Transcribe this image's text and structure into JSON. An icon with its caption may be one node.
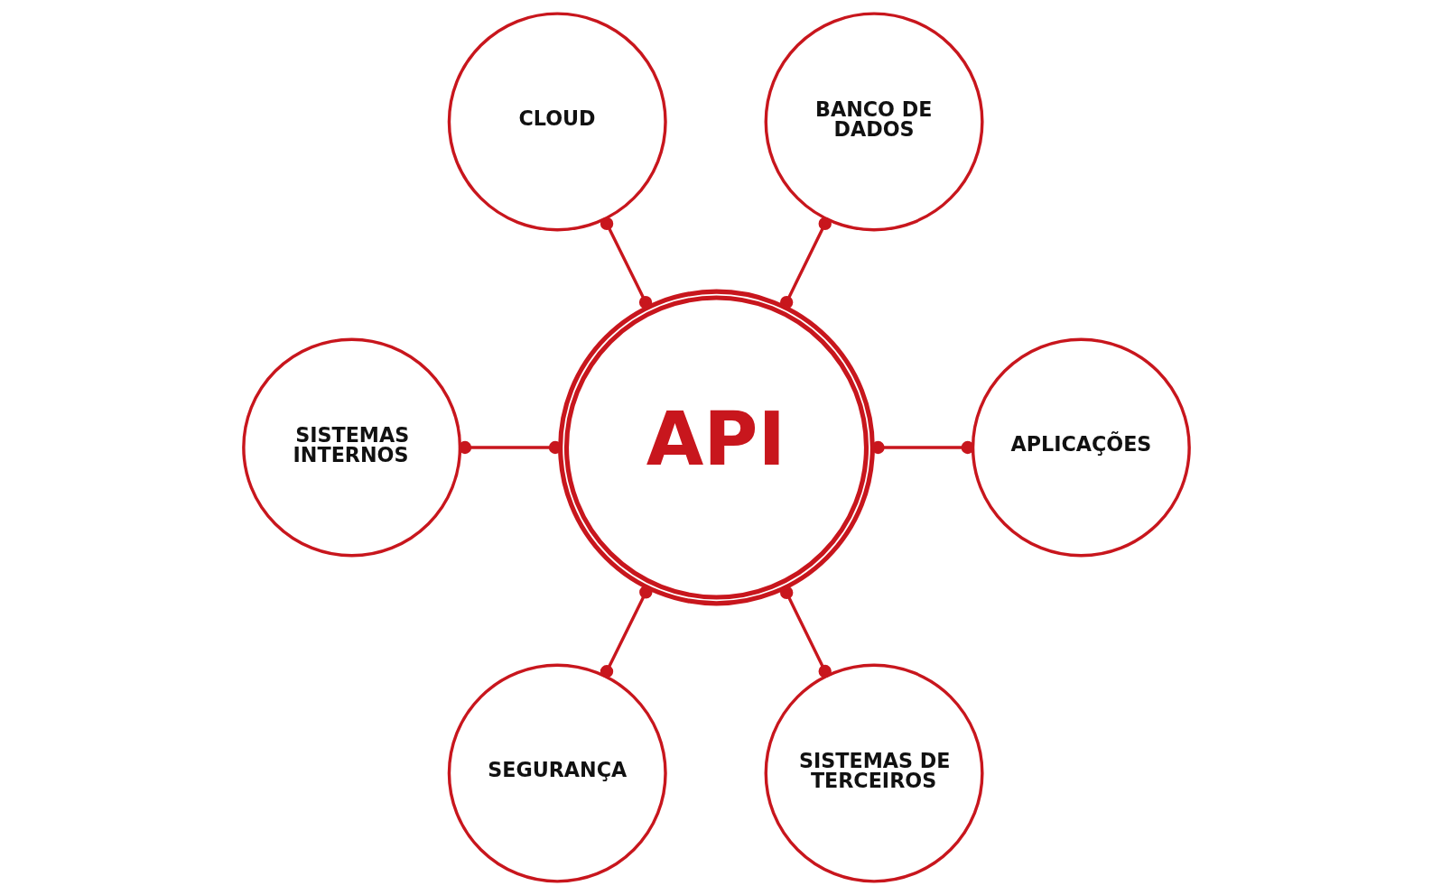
{
  "diagram": {
    "nodes": [
      {
        "text": [
          "CLOUD"
        ]
      },
      {
        "text": [
          "BANCO DE DADOS"
        ]
      },
      {
        "text": [
          "SISTEMAS INTERNOS"
        ]
      },
      {
        "text": [
          "API"
        ]
      },
      {
        "text": [
          "APLICAÇÕES"
        ]
      },
      {
        "text": [
          "SEGURANÇA"
        ]
      },
      {
        "text": [
          "SISTEMAS DE TERCEIROS"
        ]
      }
    ],
    "edges": [
      {
        "from": 3,
        "to": 0,
        "arrow": "other"
      },
      {
        "from": 3,
        "to": 1,
        "arrow": "other"
      },
      {
        "from": 3,
        "to": 2,
        "arrow": "other"
      },
      {
        "from": 3,
        "to": 4,
        "arrow": "other"
      },
      {
        "from": 3,
        "to": 5,
        "arrow": "other"
      },
      {
        "from": 3,
        "to": 6,
        "arrow": "other"
      }
    ]
  }
}
